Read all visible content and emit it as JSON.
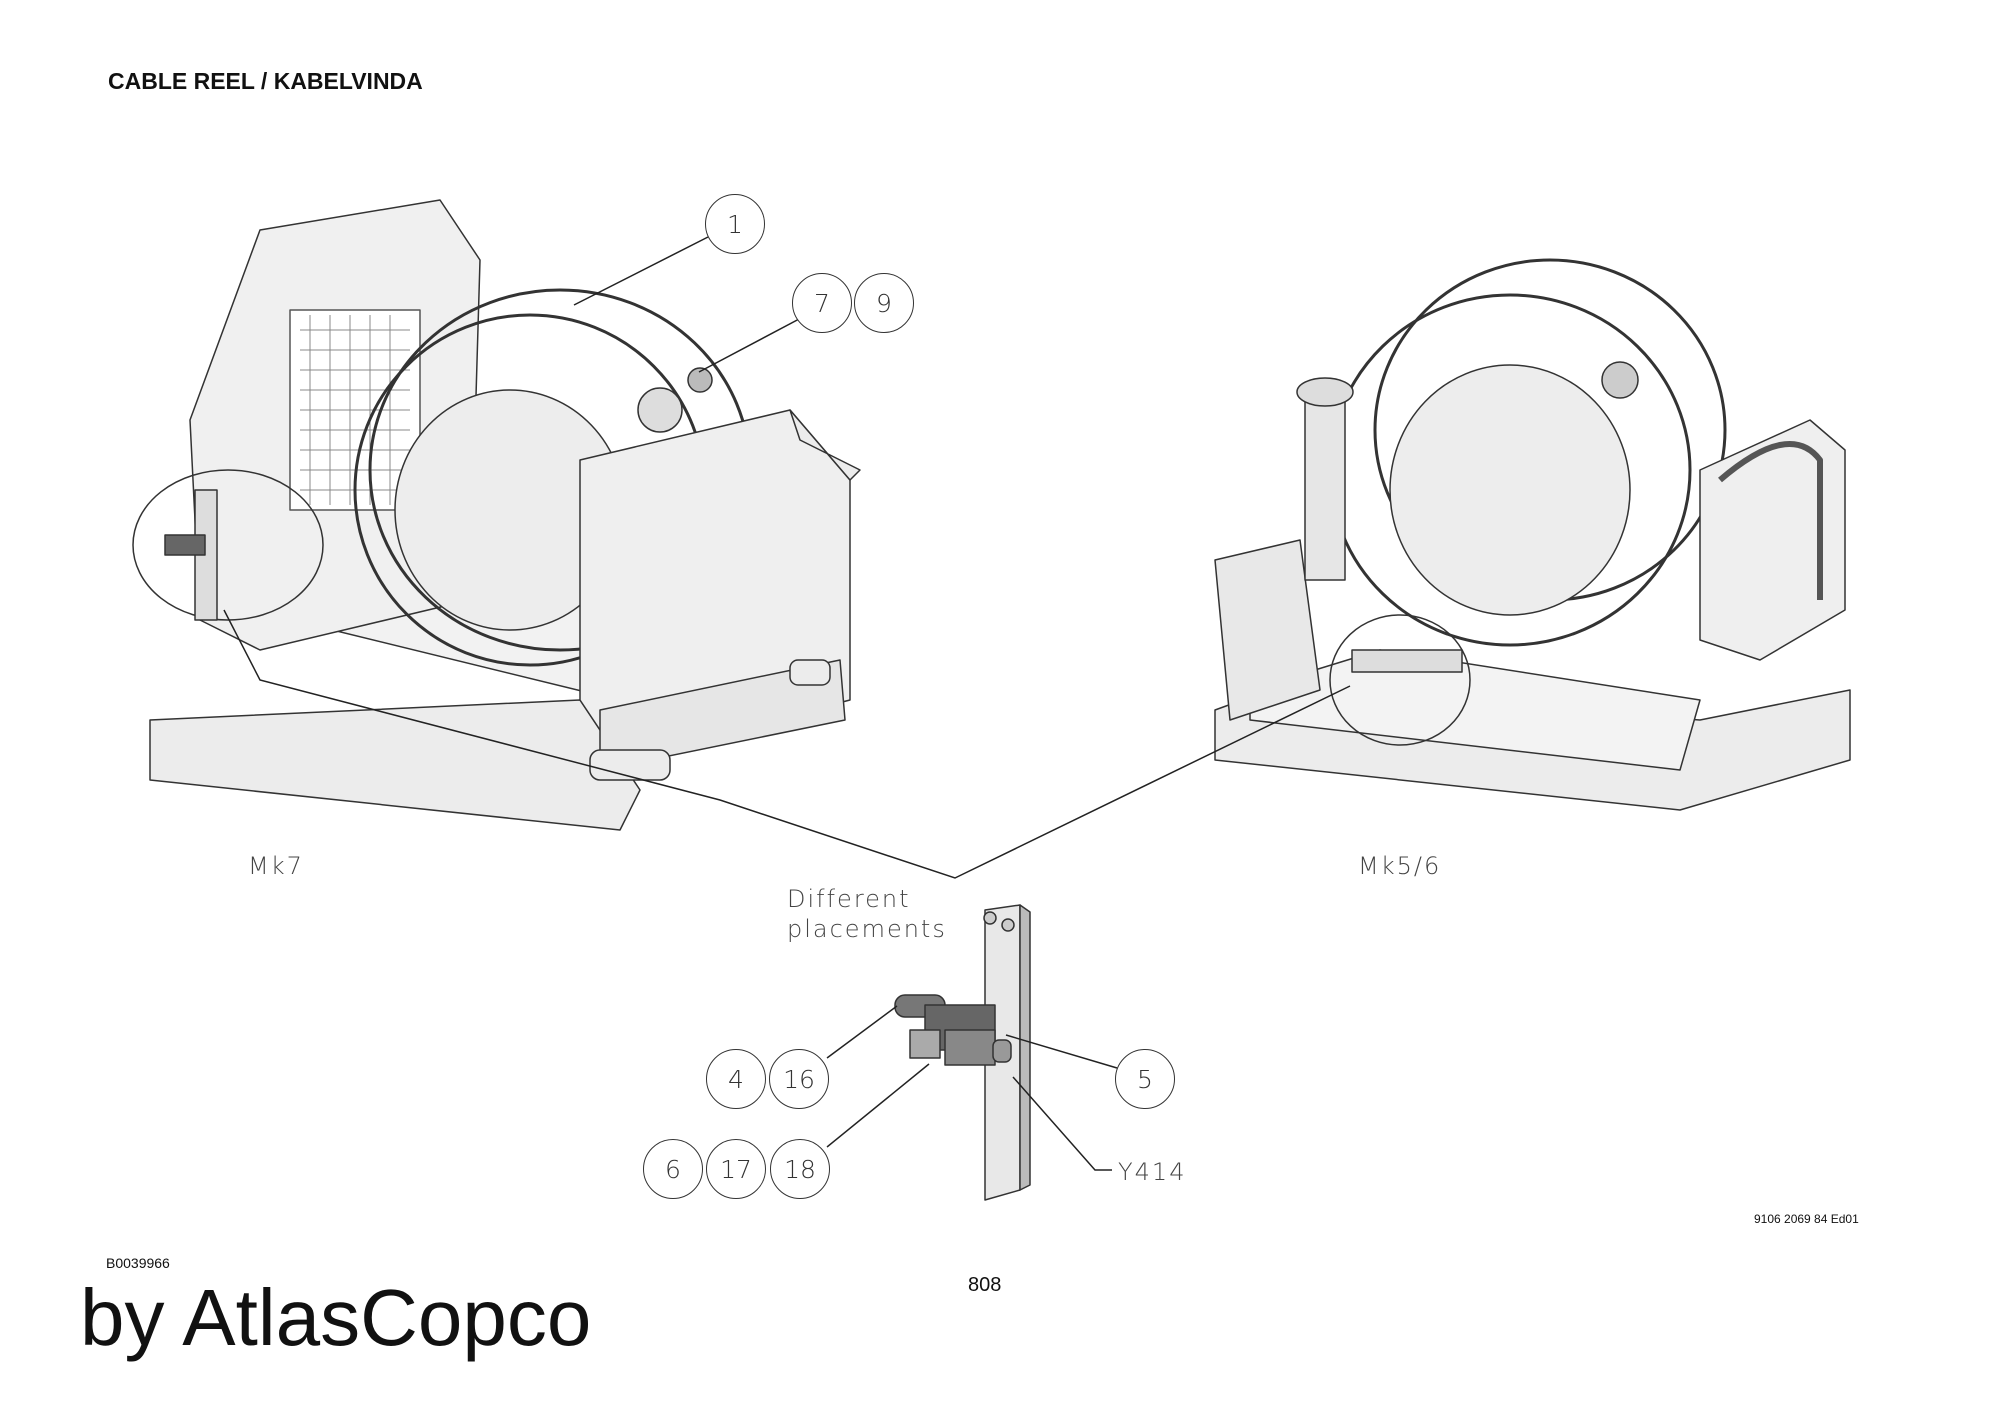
{
  "title": "CABLE REEL / KABELVINDA",
  "views": {
    "left_label": "Mk7",
    "right_label": "Mk5/6"
  },
  "detail": {
    "note_line1": "Different",
    "note_line2": "placements",
    "component_label": "Y414"
  },
  "balloons": {
    "b1": "1",
    "b7": "7",
    "b9": "9",
    "b4": "4",
    "b16": "16",
    "b5": "5",
    "b6": "6",
    "b17": "17",
    "b18": "18"
  },
  "footer": {
    "doc_number": "9106 2069 84 Ed01",
    "drawing_id": "B0039966",
    "brand": "by AtlasCopco",
    "page": "808"
  }
}
